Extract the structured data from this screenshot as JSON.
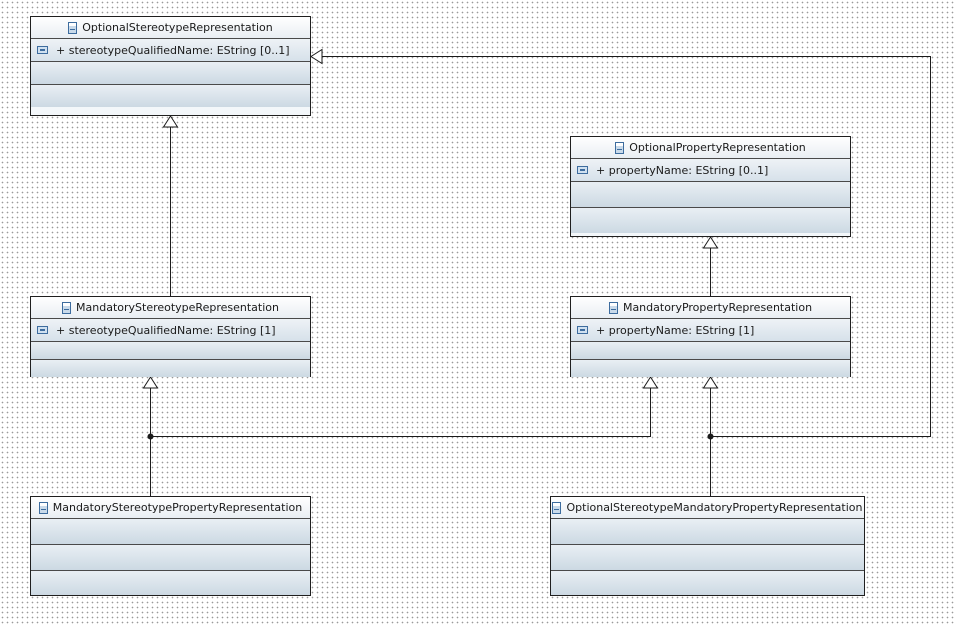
{
  "diagram": {
    "classes": [
      {
        "name": "OptionalStereotypeRepresentation",
        "attribute": "+ stereotypeQualifiedName: EString [0..1]"
      },
      {
        "name": "OptionalPropertyRepresentation",
        "attribute": "+ propertyName: EString [0..1]"
      },
      {
        "name": "MandatoryStereotypeRepresentation",
        "attribute": "+ stereotypeQualifiedName: EString [1]"
      },
      {
        "name": "MandatoryPropertyRepresentation",
        "attribute": "+ propertyName: EString [1]"
      },
      {
        "name": "MandatoryStereotypePropertyRepresentation",
        "attribute": ""
      },
      {
        "name": "OptionalStereotypeMandatoryPropertyRepresentation",
        "attribute": ""
      }
    ],
    "generalizations": [
      {
        "from": "MandatoryStereotypeRepresentation",
        "to": "OptionalStereotypeRepresentation"
      },
      {
        "from": "MandatoryPropertyRepresentation",
        "to": "OptionalPropertyRepresentation"
      },
      {
        "from": "MandatoryStereotypePropertyRepresentation",
        "to": "MandatoryStereotypeRepresentation"
      },
      {
        "from": "MandatoryStereotypePropertyRepresentation",
        "to": "MandatoryPropertyRepresentation"
      },
      {
        "from": "OptionalStereotypeMandatoryPropertyRepresentation",
        "to": "MandatoryPropertyRepresentation"
      },
      {
        "from": "OptionalStereotypeMandatoryPropertyRepresentation",
        "to": "OptionalStereotypeRepresentation"
      }
    ]
  }
}
